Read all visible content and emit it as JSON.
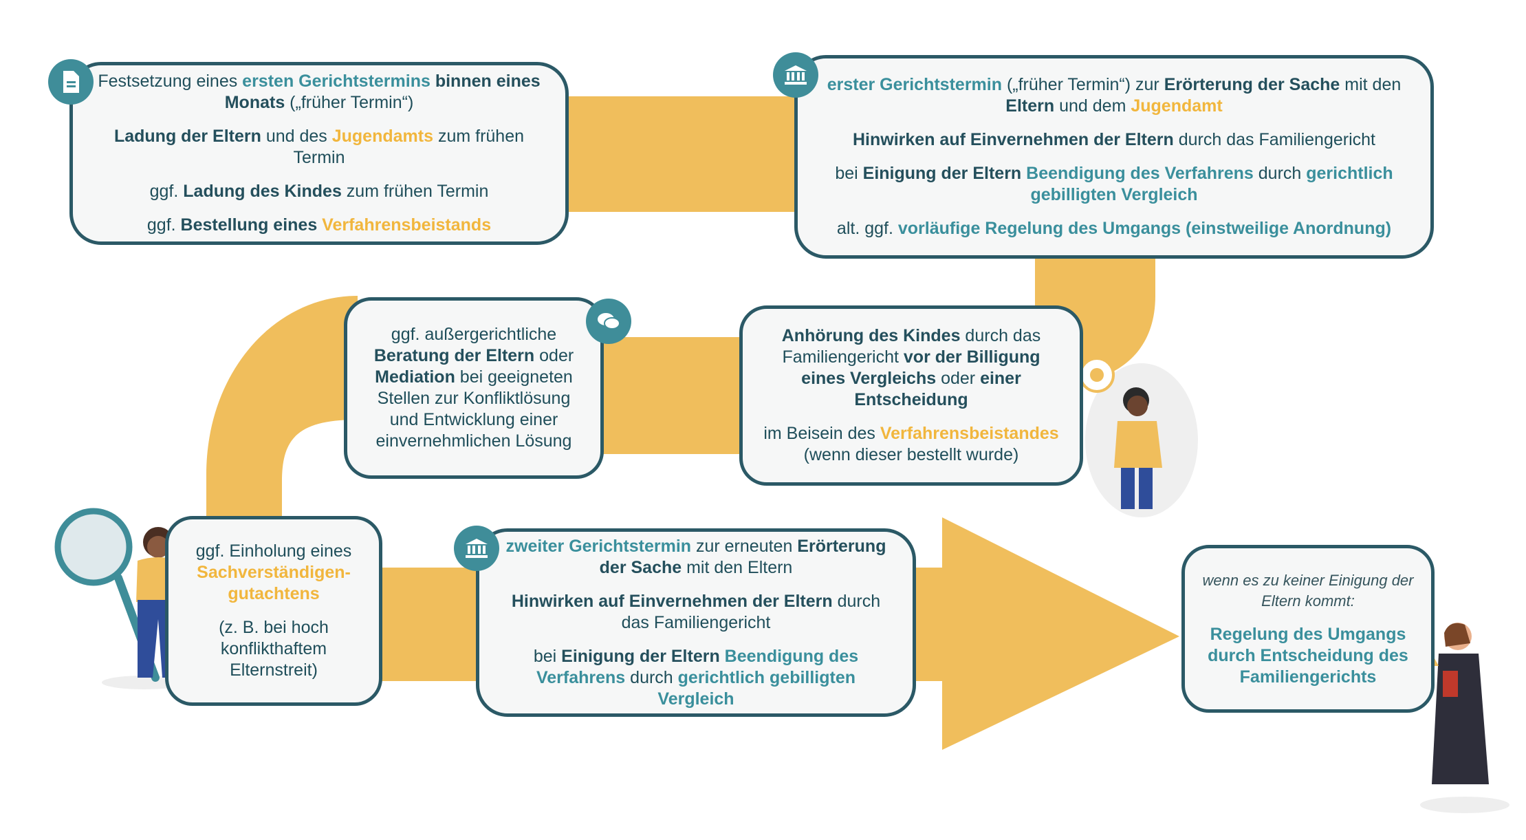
{
  "colors": {
    "accent_teal": "#3a8f9c",
    "accent_yellow": "#f1b63d",
    "border": "#2b5966",
    "path": "#f0be5c"
  },
  "icons": [
    "document-icon",
    "courthouse-icon",
    "chat-bubbles-icon",
    "courthouse-icon"
  ],
  "step1": {
    "l1a": "Festsetzung eines ",
    "l1b": "ersten Gerichtstermins",
    "l1c": " binnen eines Monats",
    "l1d": " („früher Termin“)",
    "l2a": "Ladung der Eltern",
    "l2b": " und des ",
    "l2c": "Jugendamts",
    "l2d": " zum frühen Termin",
    "l3a": "ggf. ",
    "l3b": "Ladung des Kindes",
    "l3c": " zum frühen Termin",
    "l4a": "ggf. ",
    "l4b": "Bestellung eines ",
    "l4c": "Verfahrensbeistands"
  },
  "step2": {
    "l1a": "erster Gerichtstermin",
    "l1b": " („früher Termin“) zur ",
    "l1c": "Erörterung der Sache",
    "l1d": " mit den ",
    "l1e": "Eltern",
    "l1f": " und dem ",
    "l1g": "Jugendamt",
    "l2a": "Hinwirken auf Einvernehmen der Eltern",
    "l2b": "  durch das Familiengericht",
    "l3a": "bei ",
    "l3b": "Einigung der Eltern",
    "l3c": " Beendigung des  Verfahrens",
    "l3d": " durch ",
    "l3e": "gerichtlich gebilligten Vergleich",
    "l4a": "alt. ggf. ",
    "l4b": "vorläufige Regelung des Umgangs (einstweilige Anordnung)"
  },
  "step3": {
    "l1a": "Anhörung des Kindes",
    "l1b": " durch das Familiengericht ",
    "l1c": "vor der Billigung eines Vergleichs",
    "l1d": " oder ",
    "l1e": "einer Entscheidung",
    "l2a": "im Beisein des ",
    "l2b": "Verfahrensbeistandes",
    "l2c": " (wenn dieser bestellt wurde)"
  },
  "step4": {
    "l1a": "ggf. außergerichtliche ",
    "l1b": "Beratung der Eltern",
    "l1c": " oder ",
    "l1d": "Mediation",
    "l1e": " bei geeigneten Stellen zur Konfliktlösung und Entwicklung einer einvernehmlichen Lösung"
  },
  "step5": {
    "l1a": "ggf. Einholung eines ",
    "l1b": "Sachverständigen-gutachtens",
    "l2": "(z. B. bei hoch konflikthaftem Elternstreit)"
  },
  "step6": {
    "l1a": "zweiter Gerichtstermin",
    "l1b": " zur erneuten ",
    "l1c": "Erörterung der Sache",
    "l1d": " mit den Eltern",
    "l2a": "Hinwirken auf Einvernehmen der Eltern",
    "l2b": "  durch das Familiengericht",
    "l3a": "bei ",
    "l3b": "Einigung der Eltern",
    "l3c": " Beendigung des Verfahrens",
    "l3d": " durch ",
    "l3e": "gerichtlich gebilligten Vergleich"
  },
  "step7": {
    "l1": "wenn es zu keiner Einigung der Eltern kommt:",
    "l2": "Regelung des Umgangs durch Entscheidung des Familiengerichts"
  }
}
